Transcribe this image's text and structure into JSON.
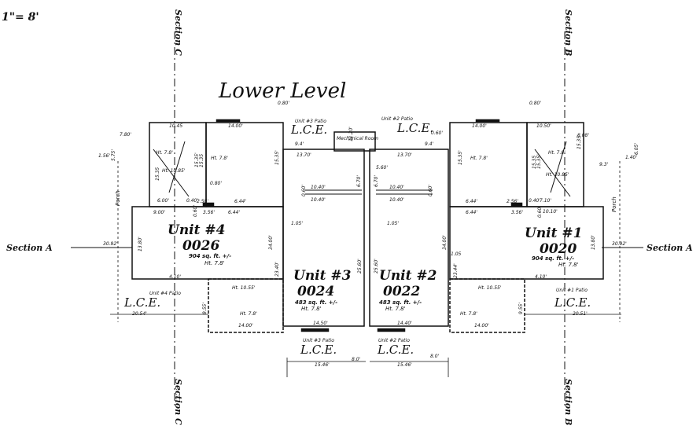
{
  "scale": "1\"= 8'",
  "title": "Lower Level",
  "sections": {
    "section_a": "Section A",
    "section_b": "Section B",
    "section_c": "Section C"
  },
  "units": [
    {
      "name": "Unit #4",
      "number": "0026",
      "area": "904 sq. ft. +/-",
      "height": "Ht. 7.8'"
    },
    {
      "name": "Unit #3",
      "number": "0024",
      "area": "483 sq. ft. +/-",
      "height": "Ht. 7.8'"
    },
    {
      "name": "Unit #2",
      "number": "0022",
      "area": "483 sq. ft. +/-",
      "height": "Ht. 7.8'"
    },
    {
      "name": "Unit #1",
      "number": "0020",
      "area": "904 sq. ft. +/-",
      "height": "Ht. 7.8'"
    }
  ],
  "lce": "L.C.E.",
  "patios": {
    "unit1": "Unit #1 Patio",
    "unit2": "Unit #2 Patio",
    "unit3": "Unit #3 Patio",
    "unit4": "Unit #4 Patio"
  },
  "mechanical": "Mechanical Room",
  "porch": "Porch",
  "heights": {
    "h78": "Ht. 7.8'",
    "h1085": "Ht. 10.85'",
    "h1055": "Ht. 10.55'"
  },
  "dims": {
    "d1045": "10.45",
    "d1400": "14.00'",
    "d1050": "10.50'",
    "d1400b": "14.00'",
    "d080a": "0.80'",
    "d080b": "0.80'",
    "d080c": "0.80'",
    "d060": "0.60'",
    "d780": "7.80'",
    "d575": "5.75'",
    "d156": "1.56'",
    "d808": "8.08'",
    "d605": "6.05'",
    "d140": "1.40'",
    "d93": "9.3'",
    "d1535a": "15.35",
    "d1535b": "15.35'",
    "d1535c": "15.35",
    "d1535d": "15.35'",
    "d1535e": "15.35'",
    "d1535f": "15.35",
    "d1535g": "15.35'",
    "d1535h": "15.35'",
    "d1370": "13.70'",
    "d1370b": "13.70'",
    "d1120": "11.20'",
    "d670a": "6.70'",
    "d670b": "6.70'",
    "d94a": "9.4'",
    "d94b": "9.4'",
    "d560": "5.60'",
    "d600": "6.00'",
    "d040a": "0.40'",
    "d040b": "0.40'",
    "d258": "2.58'",
    "d644a": "6.44'",
    "d644b": "6.44'",
    "d644c": "6.44'",
    "d644d": "6.44'",
    "d256": "2.56'",
    "d710": "7.10'",
    "d1040a": "10.40'",
    "d1040b": "10.40'",
    "d1040c": "10.40'",
    "d1040d": "10.40'",
    "d900": "9.00'",
    "d1010": "10.10'",
    "d356a": "3.56'",
    "d356b": "3.56'",
    "d060a": "0.60'",
    "d060b": "0.60'",
    "d060c": "0.60'",
    "d060d": "0.60'",
    "d105a": "1.05'",
    "d105b": "1.05'",
    "d105c": "1.05",
    "d3092a": "30.92'",
    "d3092b": "30.92'",
    "d1380a": "13.80'",
    "d1380b": "13.80'",
    "d3400a": "34.00'",
    "d3400b": "34.00'",
    "d2560a": "25.60'",
    "d2560b": "25.60'",
    "d2340": "23.40'",
    "d2344": "23.44'",
    "d410a": "4.10'",
    "d410b": "4.10'",
    "d955a": "9.55'",
    "d955b": "9.55'",
    "d2054": "20.54'",
    "d2051": "20.51'",
    "d1400c": "14.00'",
    "d1400d": "14.00'",
    "d1450": "14.50'",
    "d1440": "14.40'",
    "d1546a": "15.46'",
    "d1546b": "15.46'",
    "d80a": "8.0'",
    "d80b": "8.0'"
  }
}
